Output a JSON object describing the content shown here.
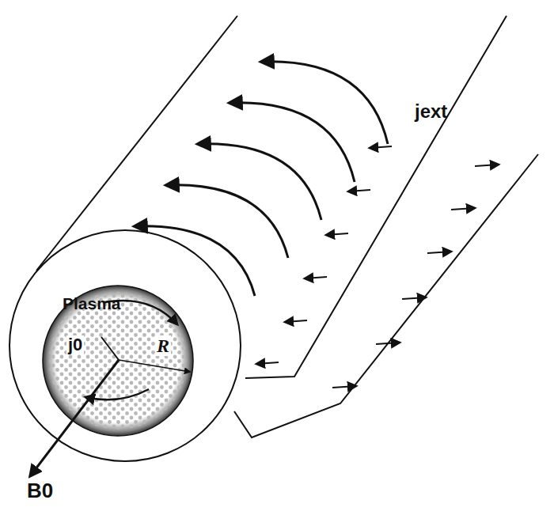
{
  "diagram": {
    "nodes": [
      {
        "text": [
          "Plasma"
        ]
      }
    ],
    "labels": [
      "jext",
      "R",
      "j0",
      "B0"
    ]
  }
}
